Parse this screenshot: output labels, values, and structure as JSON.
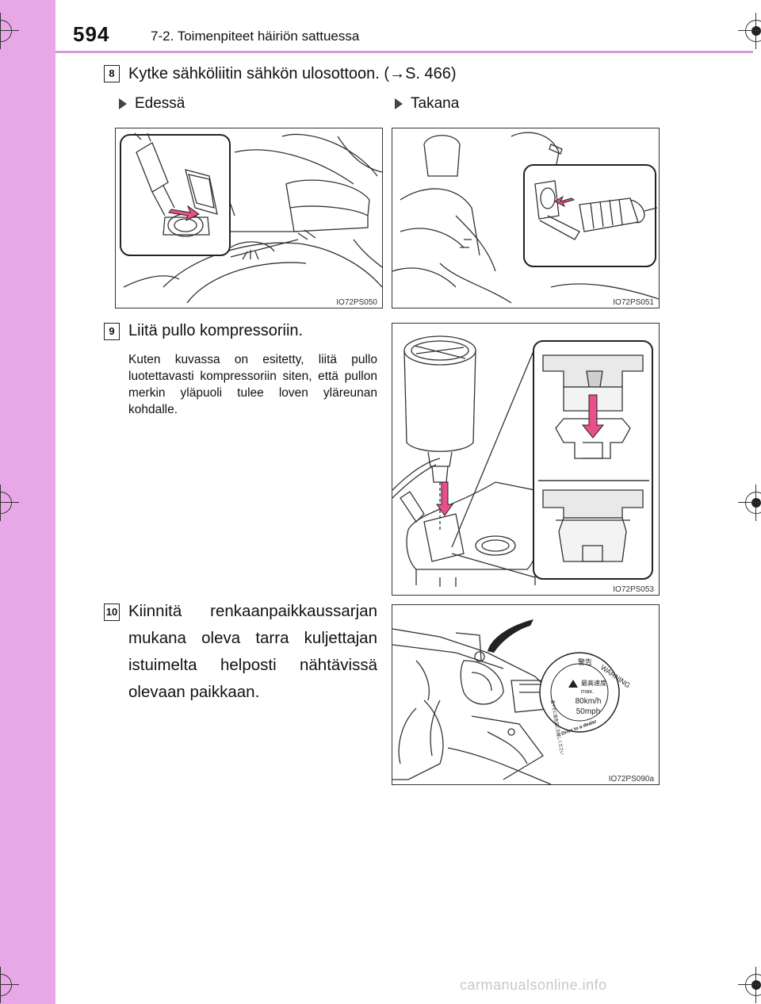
{
  "header": {
    "page_number": "594",
    "section_title": "7-2. Toimenpiteet häiriön sattuessa"
  },
  "steps": [
    {
      "number": "8",
      "text": "Kytke sähköliitin sähkön ulosottoon. (→S. 466)"
    },
    {
      "number": "9",
      "text": "Liitä pullo kompressoriin.",
      "subtext": "Kuten kuvassa on esitetty, liitä pullo luotettavasti kompressoriin siten, että pullon merkin yläpuoli tulee loven yläreunan kohdalle."
    },
    {
      "number": "10",
      "text": "Kiinnitä renkaanpaikkaussarjan mukana oleva tarra kuljettajan istuimelta helposti nähtävissä olevaan paikkaan."
    }
  ],
  "figures": {
    "front_label": "Edessä",
    "rear_label": "Takana",
    "fig1_code": "IO72PS050",
    "fig2_code": "IO72PS051",
    "fig3_code": "IO72PS053",
    "fig4_code": "IO72PS090a"
  },
  "sticker": {
    "warning_text": "WARNING",
    "kanji_warning": "警告",
    "max_label": "最高速度",
    "max_text": "max.",
    "speed_kmh": "80km/h",
    "speed_mph": "50mph",
    "dealer_text": "Drive to a dealer",
    "jp_side": "速やかに販売店にお越しください"
  },
  "watermark": "carmanualsonline.info",
  "colors": {
    "sidebar": "#e8a8e8",
    "header_line": "#d79ad7",
    "arrow_pink": "#e8508a"
  }
}
